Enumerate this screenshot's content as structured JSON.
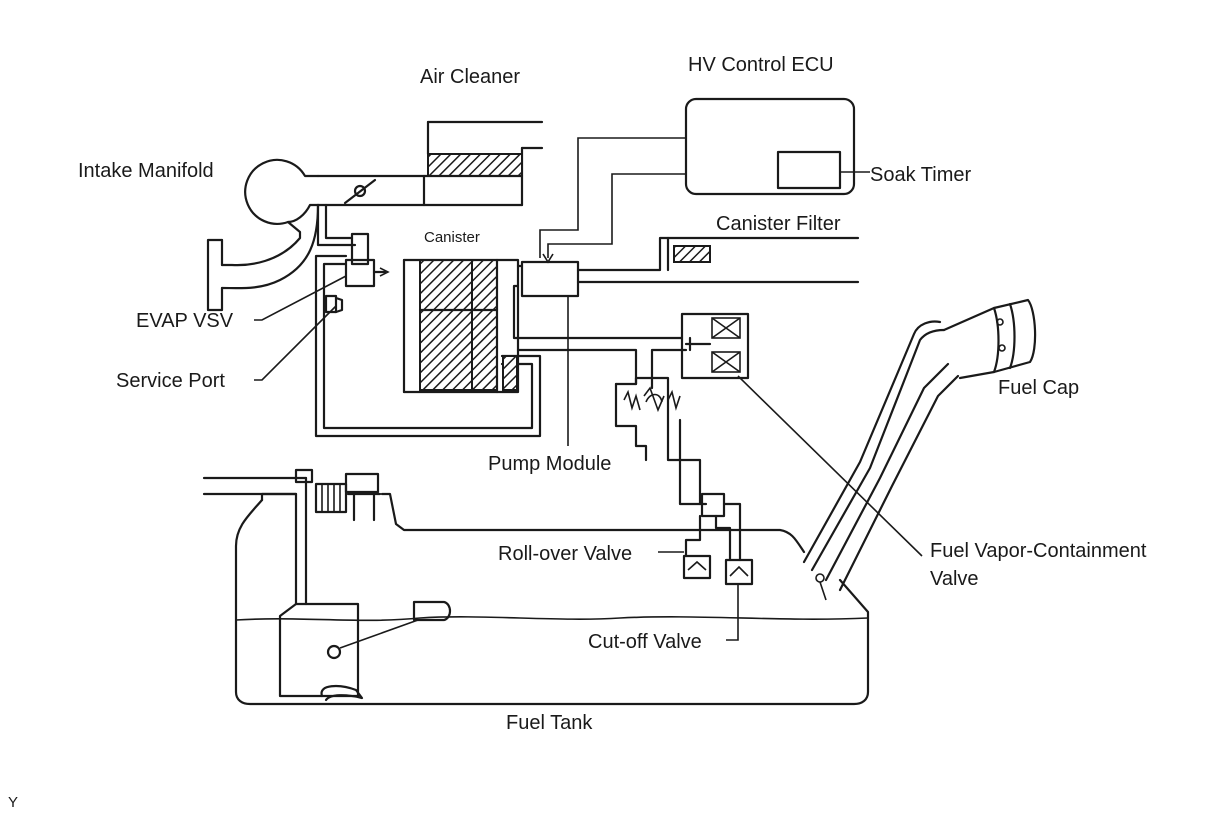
{
  "labels": {
    "air_cleaner": "Air Cleaner",
    "hv_control_ecu": "HV Control ECU",
    "intake_manifold": "Intake Manifold",
    "soak_timer": "Soak Timer",
    "canister": "Canister",
    "canister_filter": "Canister Filter",
    "evap_vsv": "EVAP VSV",
    "service_port": "Service Port",
    "fuel_cap": "Fuel Cap",
    "pump_module": "Pump Module",
    "roll_over_valve": "Roll-over Valve",
    "fuel_vapor_line1": "Fuel Vapor-Containment",
    "fuel_vapor_line2": "Valve",
    "cut_off_valve": "Cut-off Valve",
    "fuel_tank": "Fuel Tank",
    "corner_mark": "Y"
  }
}
